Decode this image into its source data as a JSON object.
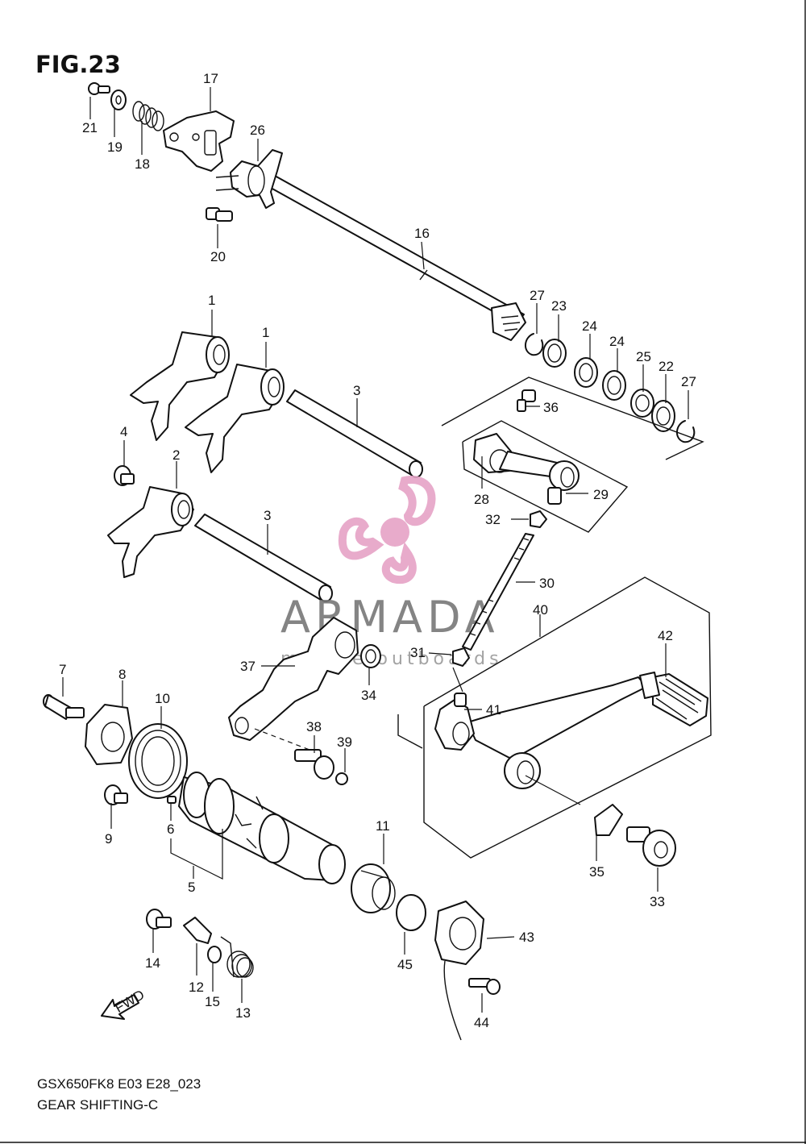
{
  "figure": {
    "title": "FIG.23",
    "model_code": "GSX650FK8 E03 E28_023",
    "caption": "GEAR SHIFTING-C",
    "fwd_label": "FWD"
  },
  "watermark": {
    "name": "ARMADA",
    "tagline": "marine outboards",
    "color": "#e6a3c6",
    "text_color": "#777777"
  },
  "callouts": [
    "1",
    "1",
    "2",
    "3",
    "3",
    "4",
    "5",
    "6",
    "7",
    "8",
    "9",
    "10",
    "11",
    "12",
    "13",
    "14",
    "15",
    "16",
    "17",
    "18",
    "19",
    "20",
    "21",
    "22",
    "23",
    "24",
    "24",
    "25",
    "26",
    "27",
    "27",
    "28",
    "29",
    "30",
    "31",
    "32",
    "33",
    "34",
    "35",
    "36",
    "37",
    "38",
    "39",
    "40",
    "41",
    "42",
    "43",
    "44",
    "45"
  ]
}
